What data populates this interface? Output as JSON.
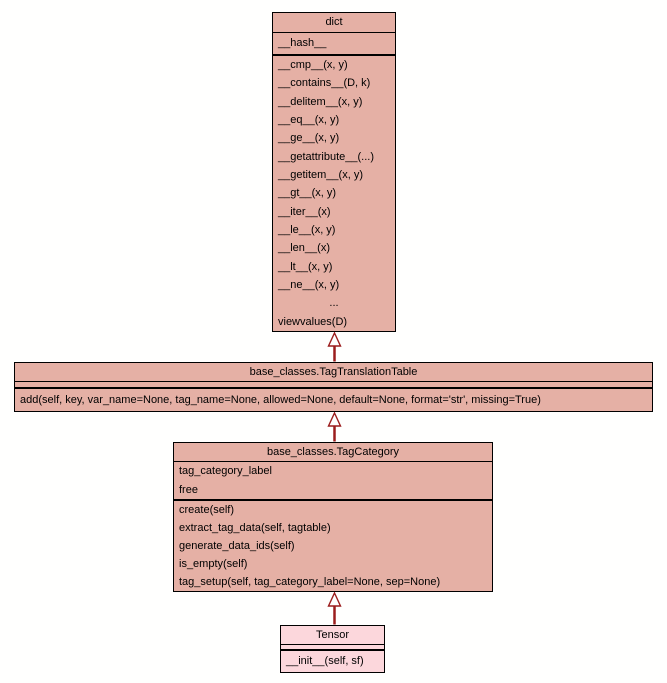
{
  "diagram": {
    "type": "uml-class-diagram",
    "colors": {
      "background": "#fffffe",
      "class_fill": "#e5b0a5",
      "tensor_fill": "#fcd7dc",
      "border": "#000000",
      "inheritance_arrow": "#9b1d1d"
    },
    "classes": {
      "dict": {
        "title": "dict",
        "attrs": [
          "__hash__"
        ],
        "methods": [
          "__cmp__(x, y)",
          "__contains__(D, k)",
          "__delitem__(x, y)",
          "__eq__(x, y)",
          "__ge__(x, y)",
          "__getattribute__(...)",
          "__getitem__(x, y)",
          "__gt__(x, y)",
          "__iter__(x)",
          "__le__(x, y)",
          "__len__(x)",
          "__lt__(x, y)",
          "__ne__(x, y)",
          "...",
          "viewvalues(D)"
        ]
      },
      "tagtable": {
        "title": "base_classes.TagTranslationTable",
        "attrs": [],
        "methods": [
          "add(self, key, var_name=None, tag_name=None, allowed=None, default=None, format='str', missing=True)"
        ]
      },
      "tagcategory": {
        "title": "base_classes.TagCategory",
        "attrs": [
          "tag_category_label",
          "free"
        ],
        "methods": [
          "create(self)",
          "extract_tag_data(self, tagtable)",
          "generate_data_ids(self)",
          "is_empty(self)",
          "tag_setup(self, tag_category_label=None, sep=None)"
        ]
      },
      "tensor": {
        "title": "Tensor",
        "attrs": [],
        "methods": [
          "__init__(self, sf)"
        ]
      }
    },
    "relations": [
      {
        "type": "inheritance",
        "from": "base_classes.TagTranslationTable",
        "to": "dict"
      },
      {
        "type": "inheritance",
        "from": "base_classes.TagCategory",
        "to": "base_classes.TagTranslationTable"
      },
      {
        "type": "inheritance",
        "from": "Tensor",
        "to": "base_classes.TagCategory"
      }
    ]
  }
}
